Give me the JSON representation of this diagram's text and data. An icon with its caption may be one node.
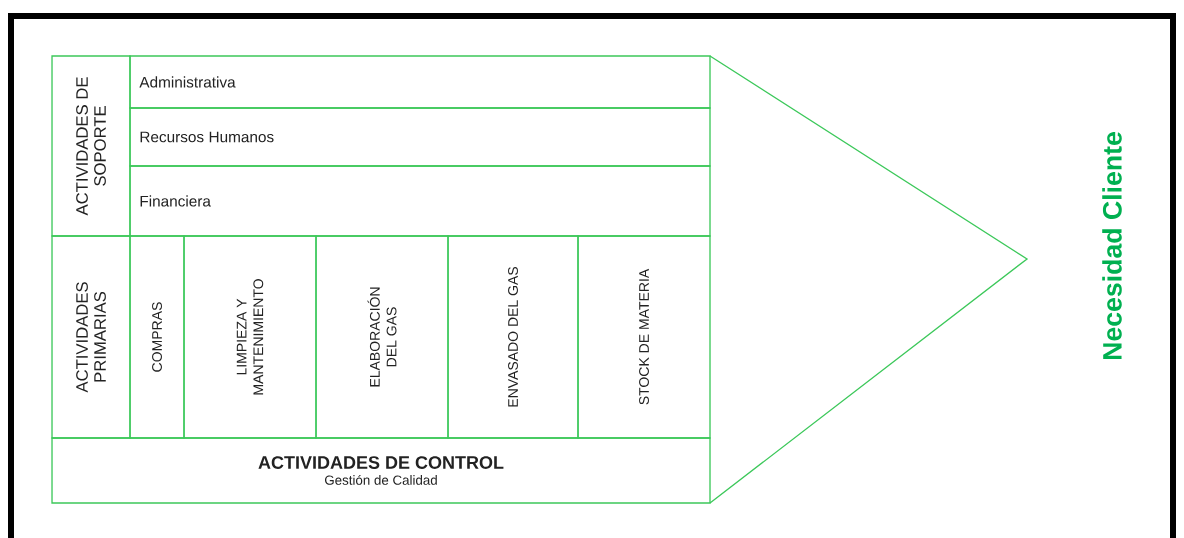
{
  "diagram": {
    "nodes": [
      {
        "text": [
          "ACTIVIDADES DE SOPORTE"
        ]
      },
      {
        "text": [
          "Administrativa"
        ]
      },
      {
        "text": [
          "Recursos Humanos"
        ]
      },
      {
        "text": [
          "Financiera"
        ]
      },
      {
        "text": [
          "ACTIVIDADES PRIMARIAS"
        ]
      },
      {
        "text": [
          "COMPRAS"
        ]
      },
      {
        "text": [
          "LIMPIEZA Y MANTENIMIENTO"
        ]
      },
      {
        "text": [
          "ELABORACIÓN DEL GAS"
        ]
      },
      {
        "text": [
          "ENVASADO DEL GAS"
        ]
      },
      {
        "text": [
          "STOCK DE MATERIA"
        ]
      },
      {
        "text": [
          "ACTIVIDADES DE CONTROL",
          "Gestión de Calidad"
        ]
      }
    ],
    "labels": [
      "Necesidad Cliente"
    ]
  }
}
